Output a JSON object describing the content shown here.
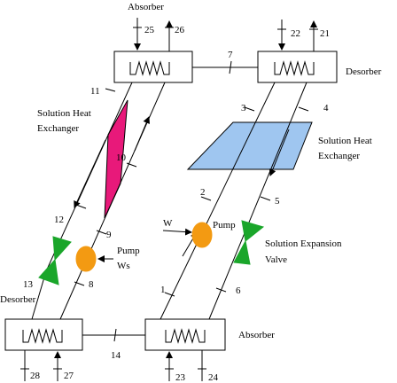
{
  "labels": {
    "absorber_top": "Absorber",
    "desorber_top": "Desorber",
    "shx_left": [
      "Solution Heat",
      "Exchanger"
    ],
    "shx_right": [
      "Solution Heat",
      "Exchanger"
    ],
    "pump_left": "Pump",
    "ws": "Ws",
    "w": "W",
    "pump_right": "Pump",
    "expansion_valve": [
      "Solution Expansion",
      "Valve"
    ],
    "desorber_bottom": "Desorber",
    "absorber_bottom": "Absorber"
  },
  "state_points": {
    "p1": "1",
    "p2": "2",
    "p3": "3",
    "p4": "4",
    "p5": "5",
    "p6": "6",
    "p7": "7",
    "p8": "8",
    "p9": "9",
    "p10": "10",
    "p11": "11",
    "p12": "12",
    "p13": "13",
    "p14": "14",
    "p21": "21",
    "p22": "22",
    "p23": "23",
    "p24": "24",
    "p25": "25",
    "p26": "26",
    "p27": "27",
    "p28": "28"
  },
  "colors": {
    "shx_left_fill": "#e8197a",
    "shx_right_fill": "#9fc6f0",
    "pump_fill": "#f39a12",
    "valve_fill": "#1aa62a"
  }
}
